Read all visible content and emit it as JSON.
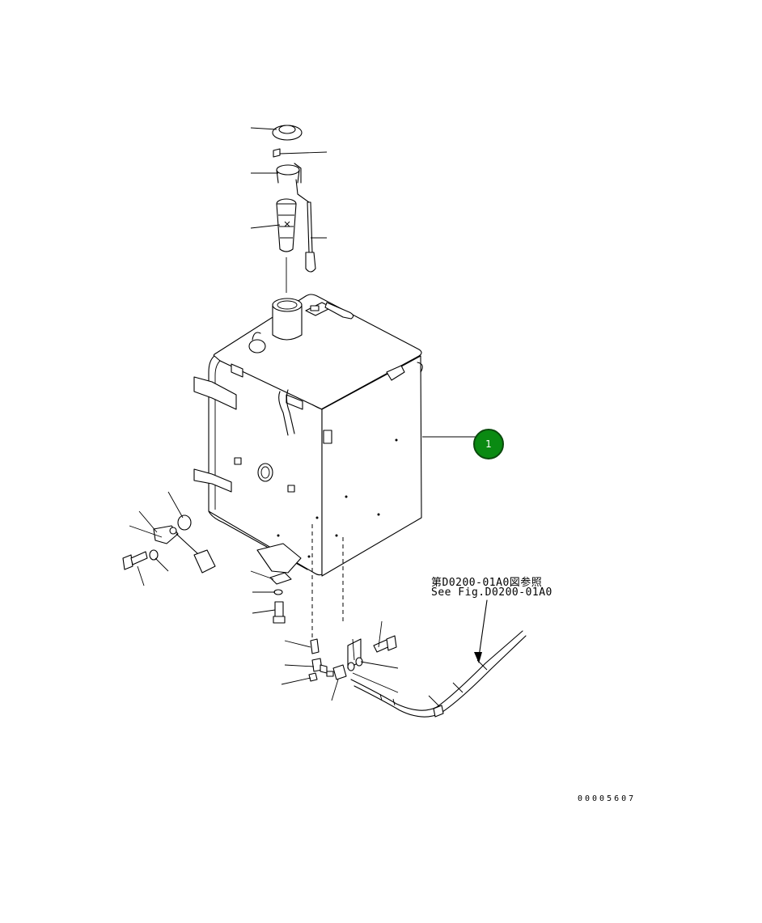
{
  "reference": {
    "japanese": "第D0200-01A0図参照",
    "english": "See Fig.D0200-01A0"
  },
  "callout": {
    "number": "1",
    "color": "#0a8a12"
  },
  "drawing_number": "00005607"
}
